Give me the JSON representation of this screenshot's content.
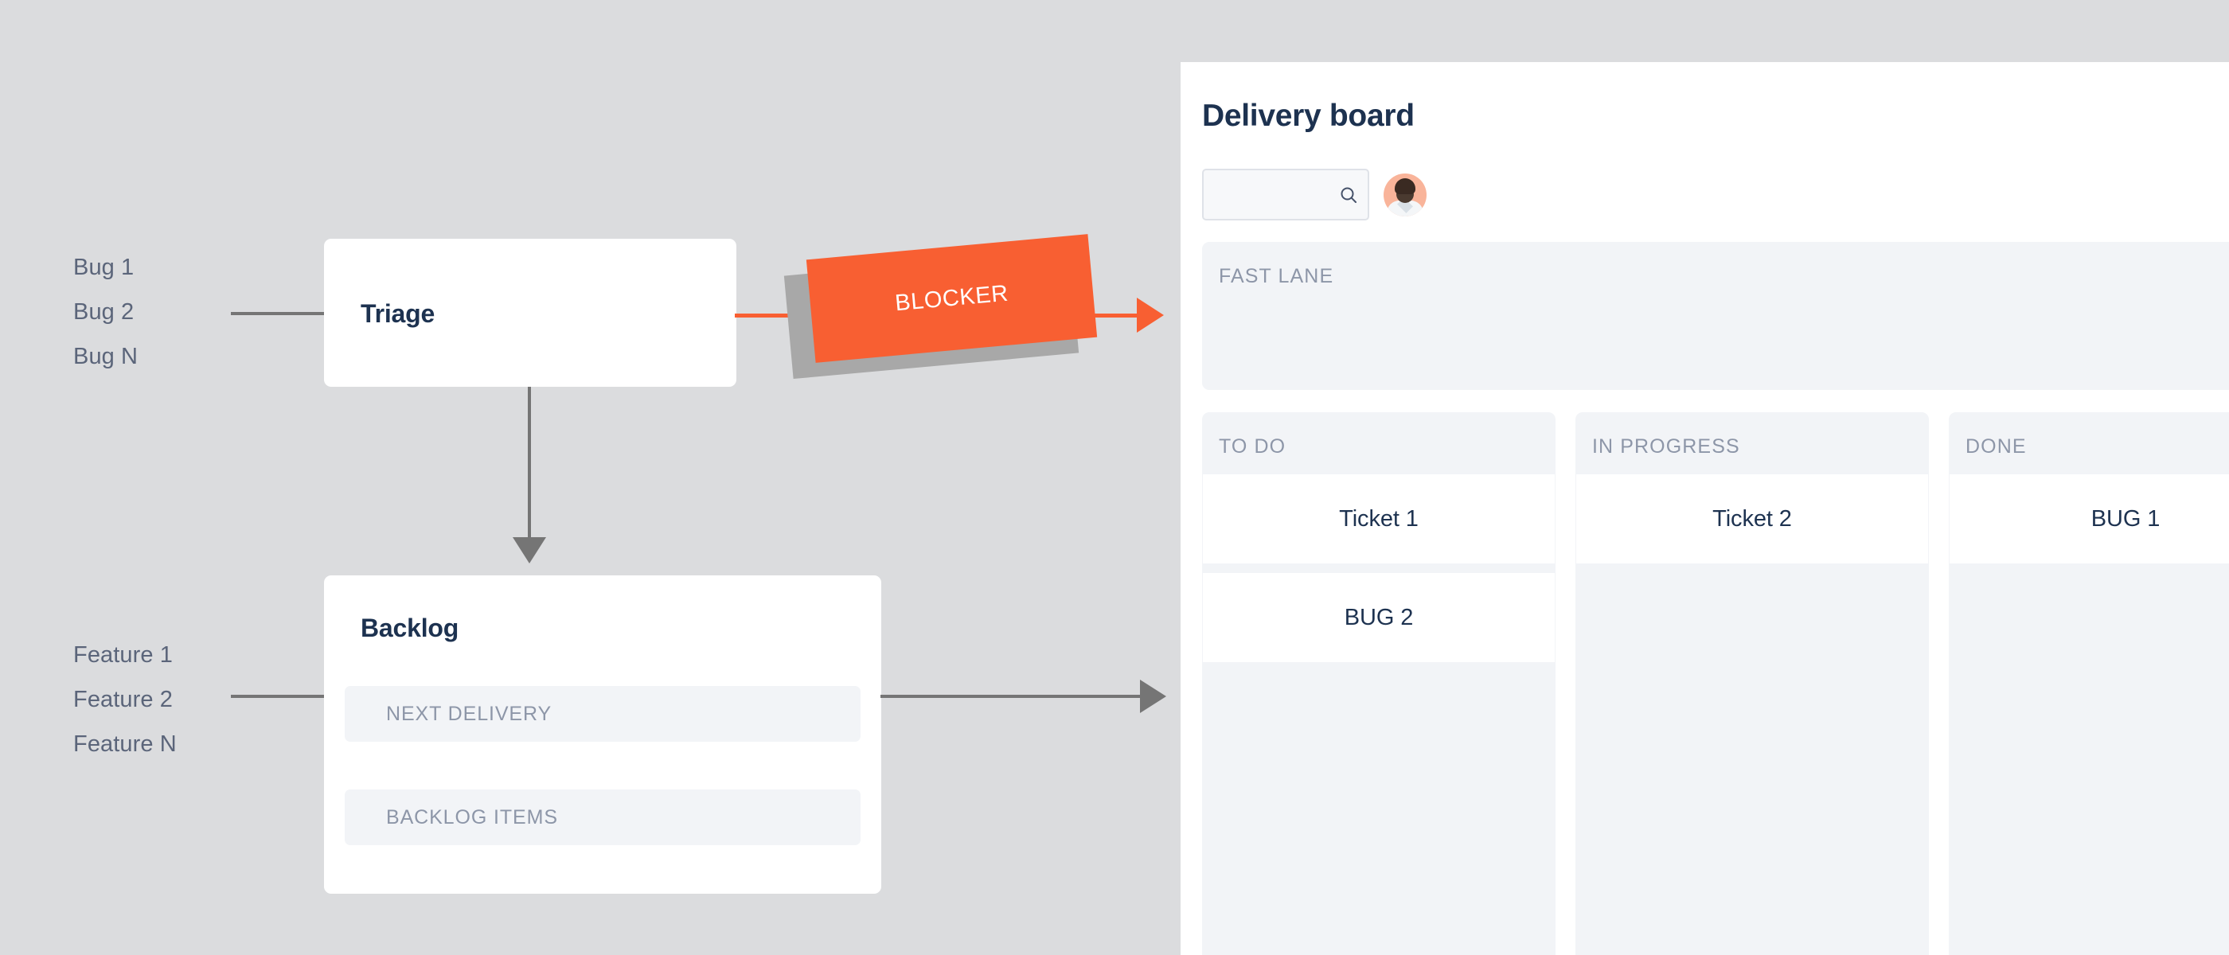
{
  "theme": {
    "background": "#dbdcde",
    "panel_bg": "#ffffff",
    "accent_orange": "#f85f32",
    "connector_gray": "#757575",
    "shadow_gray": "#a8a8a8",
    "lane_bg": "#f2f4f7",
    "heading_navy": "#1d3250",
    "muted_slate": "#8d96a8",
    "label_slate": "#5b657a",
    "avatar_bg": "#f9b49a"
  },
  "flow": {
    "bug_inputs": [
      "Bug 1",
      "Bug 2",
      "Bug N"
    ],
    "feature_inputs": [
      "Feature 1",
      "Feature 2",
      "Feature N"
    ],
    "triage": {
      "title": "Triage"
    },
    "backlog": {
      "title": "Backlog",
      "slots": [
        "NEXT DELIVERY",
        "BACKLOG ITEMS"
      ]
    },
    "blocker": {
      "label": "BLOCKER"
    }
  },
  "board": {
    "title": "Delivery board",
    "search": {
      "value": "",
      "placeholder": ""
    },
    "fast_lane": {
      "label": "FAST LANE",
      "tickets": []
    },
    "columns": [
      {
        "label": "TO DO",
        "tickets": [
          "Ticket 1",
          "BUG 2"
        ]
      },
      {
        "label": "IN PROGRESS",
        "tickets": [
          "Ticket 2"
        ]
      },
      {
        "label": "DONE",
        "tickets": [
          "BUG 1"
        ]
      }
    ]
  }
}
